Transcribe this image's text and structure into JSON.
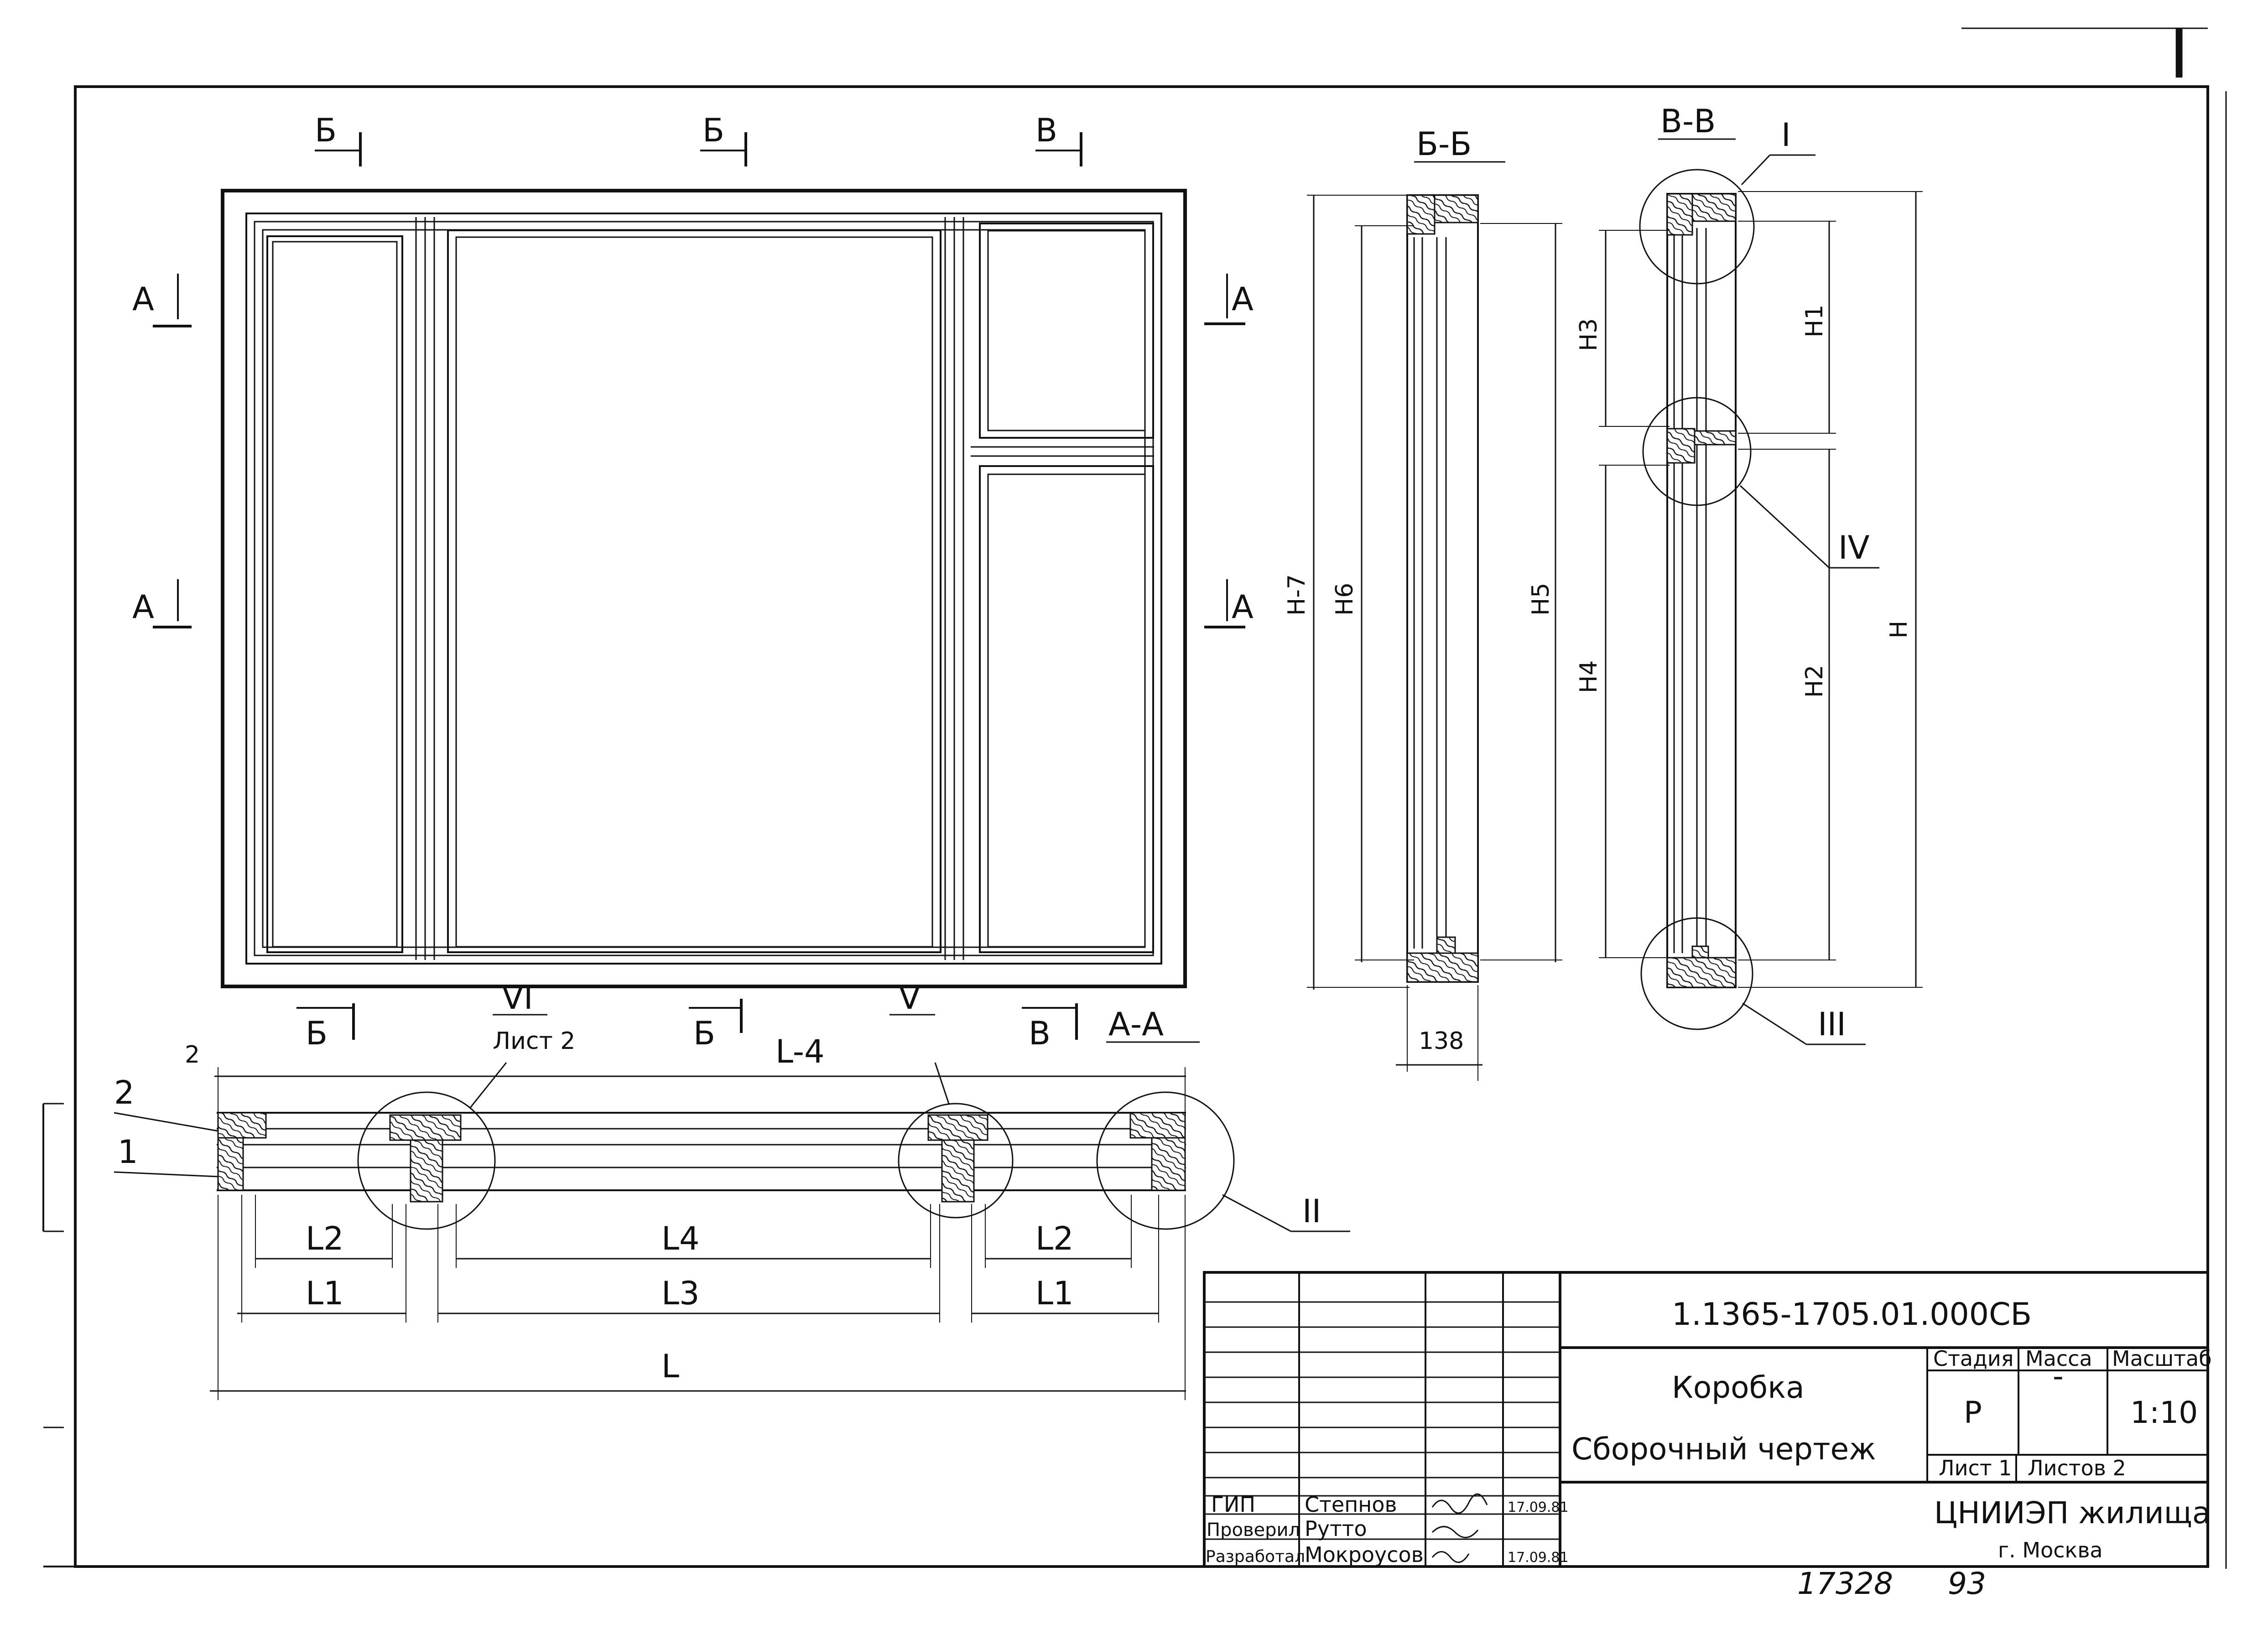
{
  "sections": {
    "cut_b1": "Б",
    "cut_b2": "Б",
    "cut_v": "В",
    "cut_b1_bottom": "Б",
    "cut_b2_bottom": "Б",
    "cut_v_bottom": "В",
    "cut_a_left_top": "А",
    "cut_a_left_mid": "А",
    "cut_a_right_top": "А",
    "cut_a_right_mid": "А",
    "section_bb": "Б-Б",
    "section_vv": "В-В",
    "section_aa": "А-А"
  },
  "callouts": {
    "node_I": "I",
    "node_II": "II",
    "node_III": "III",
    "node_IV": "IV",
    "node_V": "V",
    "node_VI": "VI",
    "node_VI_sheet": "Лист 2",
    "pos_1": "1",
    "pos_2": "2"
  },
  "dimensions": {
    "H7": "H-7",
    "H6": "H6",
    "H5": "H5",
    "H1": "H1",
    "H2": "H2",
    "H3": "H3",
    "H4": "H4",
    "H": "H",
    "w138": "138",
    "L4_overall": "L-4",
    "gap2": "2",
    "L2a": "L2",
    "L4": "L4",
    "L2b": "L2",
    "L1a": "L1",
    "L3": "L3",
    "L1b": "L1",
    "L": "L"
  },
  "title_block": {
    "doc_code": "1.1365-1705.01.000СБ",
    "name": "Коробка",
    "subtitle": "Сборочный чертеж",
    "stage_h": "Стадия",
    "mass_h": "Масса",
    "scale_h": "Масштаб",
    "stage": "Р",
    "mass": "-",
    "scale": "1:10",
    "sheet": "Лист 1",
    "sheets": "Листов 2",
    "org": "ЦНИИЭП жилища",
    "city": "г. Москва",
    "roles": [
      {
        "role": "ГИП",
        "name": "Степнов",
        "date": "17.09.81"
      },
      {
        "role": "Проверил",
        "name": "Рутто",
        "date": ""
      },
      {
        "role": "Разработал",
        "name": "Мокроусов",
        "date": "17.09.81"
      }
    ],
    "archive_no": "17328",
    "page_no": "93",
    "corner": "I"
  }
}
